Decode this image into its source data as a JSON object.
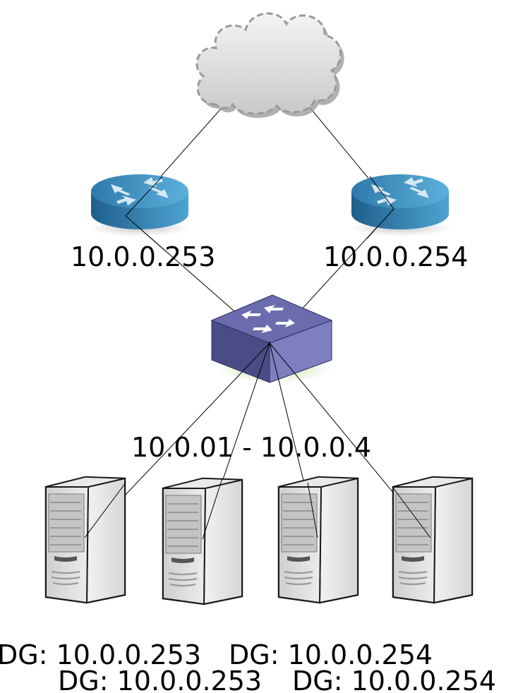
{
  "diagram": {
    "nodes": {
      "cloud": {
        "icon": "cloud-icon"
      },
      "router_left": {
        "icon": "router-icon",
        "label": "10.0.0.253"
      },
      "router_right": {
        "icon": "router-icon",
        "label": "10.0.0.254"
      },
      "switch": {
        "icon": "switch-icon",
        "label": "10.0.01 - 10.0.0.4"
      },
      "servers": [
        {
          "icon": "server-icon"
        },
        {
          "icon": "server-icon"
        },
        {
          "icon": "server-icon"
        },
        {
          "icon": "server-icon"
        }
      ]
    },
    "gateway_labels": [
      "DG: 10.0.0.253",
      "DG: 10.0.0.254",
      "DG: 10.0.0.253",
      "DG: 10.0.0.254"
    ]
  },
  "colors": {
    "cloud_fill": "#e2e2e2",
    "cloud_stroke": "#9a9a9a",
    "router_top": "#3f8fbf",
    "router_side": "#2b6e9a",
    "router_arrow": "#d6e8f3",
    "switch_top": "#7d7fbf",
    "switch_side": "#4a4c86",
    "server_body": "#d9d9d9",
    "server_stroke": "#1a1a1a",
    "link": "#000000"
  }
}
